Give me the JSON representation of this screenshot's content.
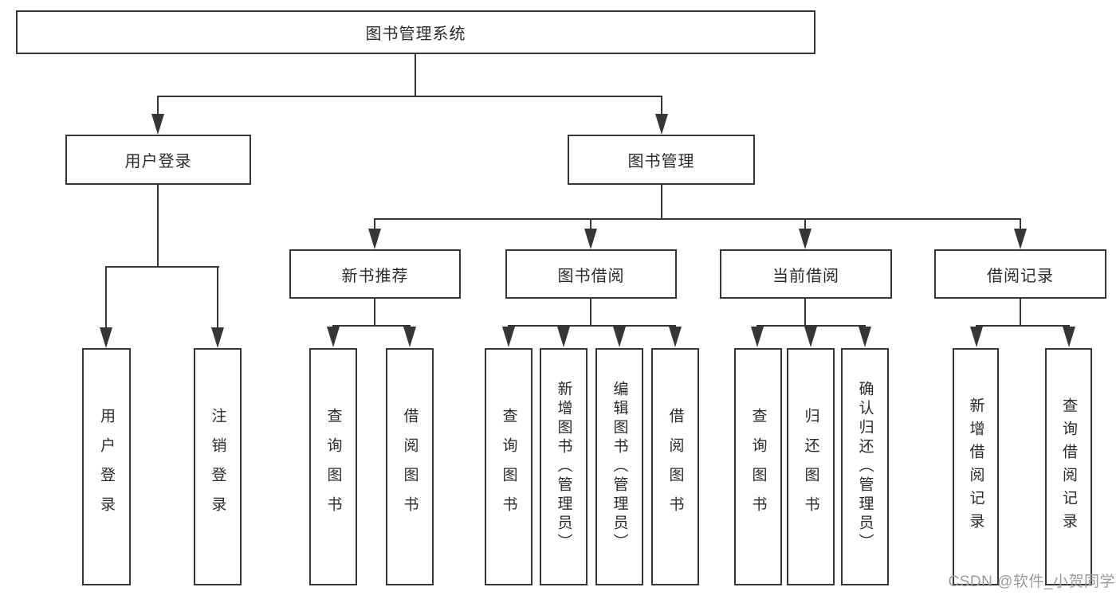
{
  "diagram": {
    "root": {
      "label": "图书管理系统"
    },
    "level2": [
      {
        "label": "用户登录"
      },
      {
        "label": "图书管理"
      }
    ],
    "level3": [
      {
        "label": "新书推荐"
      },
      {
        "label": "图书借阅"
      },
      {
        "label": "当前借阅"
      },
      {
        "label": "借阅记录"
      }
    ],
    "leaves": {
      "login": [
        "用户登录",
        "注销登录"
      ],
      "newbook": [
        "查询图书",
        "借阅图书"
      ],
      "borrow": [
        "查询图书",
        "新增图书（管理员）",
        "编辑图书（管理员）",
        "借阅图书"
      ],
      "current": [
        "查询图书",
        "归还图书",
        "确认归还（管理员）"
      ],
      "records": [
        "新增借阅记录",
        "查询借阅记录"
      ]
    }
  },
  "watermark": {
    "text": "CSDN @软件_小贺同学"
  },
  "colors": {
    "line": "#363636",
    "box_border": "#363636",
    "text": "#2b2b2b",
    "watermark": "#9b9b9b",
    "background": "#ffffff"
  }
}
